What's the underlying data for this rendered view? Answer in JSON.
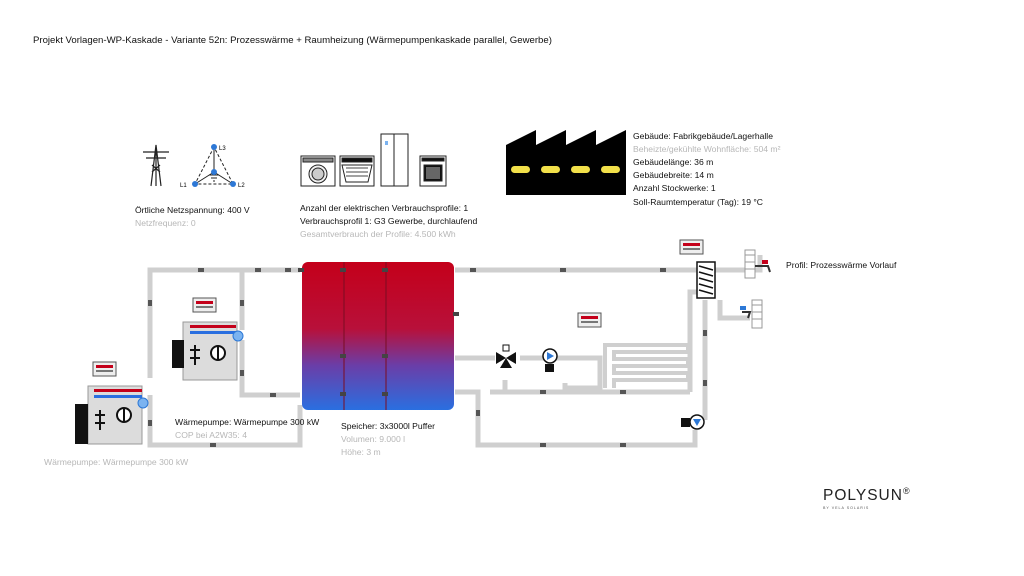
{
  "title": "Projekt Vorlagen-WP-Kaskade - Variante 52n: Prozesswärme + Raumheizung (Wärmepumpenkaskade parallel, Gewerbe)",
  "grid": {
    "labels": [
      "L3",
      "L1",
      "L2"
    ],
    "lines": [
      "Örtliche Netzspannung: 400 V",
      "Netzfrequenz: 0"
    ]
  },
  "profiles": {
    "lines": [
      "Anzahl der elektrischen Verbrauchsprofile: 1",
      "Verbrauchsprofil 1: G3 Gewerbe, durchlaufend",
      "Gesamtverbrauch der Profile: 4.500 kWh"
    ]
  },
  "building": {
    "lines": [
      "Gebäude: Fabrikgebäude/Lagerhalle",
      "Beheizte/gekühlte Wohnfläche: 504 m²",
      "Gebäudelänge: 36 m",
      "Gebäudebreite: 14 m",
      "Anzahl Stockwerke: 1",
      "Soll-Raumtemperatur (Tag): 19 °C"
    ]
  },
  "heatpump_top": {
    "lines": [
      "Wärmepumpe: Wärmepumpe 300 kW",
      "COP bei A2W35: 4"
    ]
  },
  "heatpump_bottom": {
    "label": "Wärmepumpe: Wärmepumpe 300 kW"
  },
  "storage": {
    "lines": [
      "Speicher: 3x3000l Puffer",
      "Volumen: 9.000 l",
      "Höhe: 3 m"
    ]
  },
  "process": {
    "label": "Profil: Prozesswärme Vorlauf"
  },
  "logo": {
    "name": "POLYSUN",
    "mark": "®",
    "sub": "BY VELA SOLARIS"
  },
  "colors": {
    "hot": "#c4001a",
    "cold": "#2a6fe0",
    "pipe": "#d9d9d9",
    "pump": "#2d78d6",
    "factory": "#000000",
    "factory_window": "#f2e04a"
  }
}
